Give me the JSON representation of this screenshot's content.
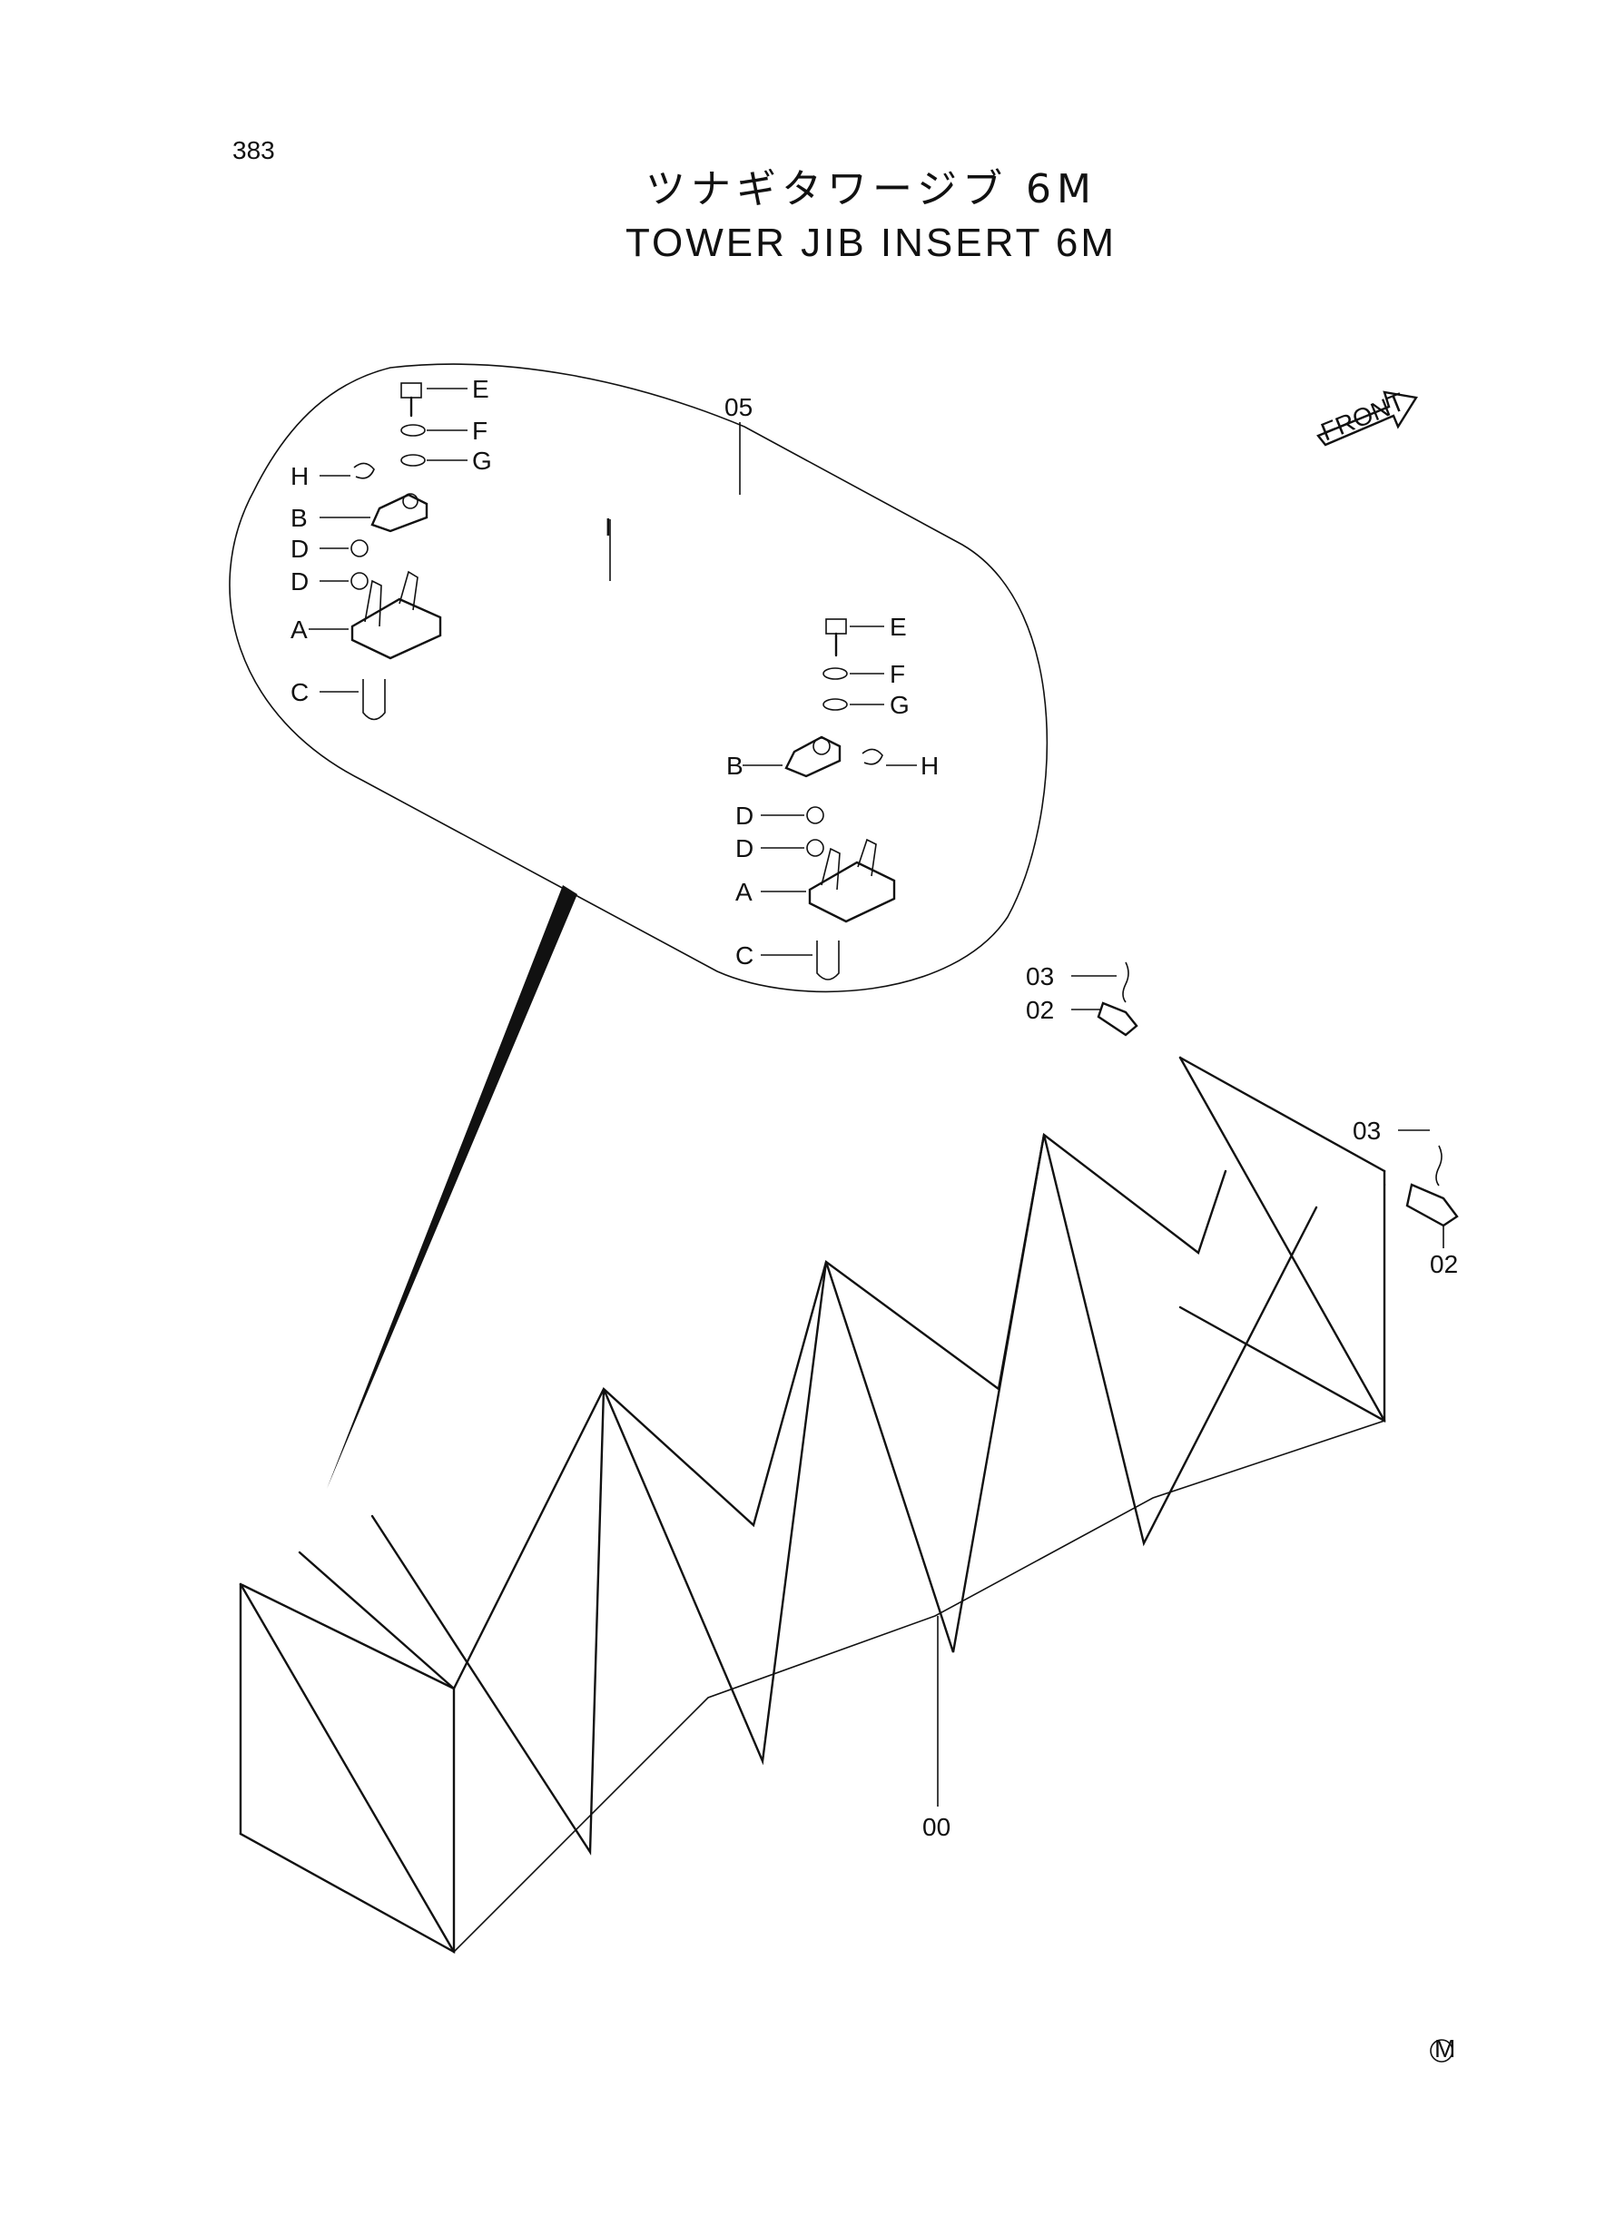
{
  "page_number": "383",
  "title_jp": "ツナギタワージブ 6M",
  "title_en": "TOWER JIB INSERT 6M",
  "front_label": "FRONT",
  "mark": "M",
  "callouts": {
    "assembly": "00",
    "pin": "02",
    "pin_retainer": "03",
    "strut_assembly": "05",
    "strut": "I",
    "bracket": "A",
    "cap": "B",
    "u_bolt": "C",
    "nut": "D",
    "bolt": "E",
    "spring_washer": "F",
    "washer": "G",
    "snap_ring": "H"
  }
}
